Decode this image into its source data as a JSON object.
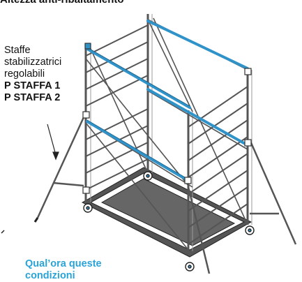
{
  "title": "Altezza anti-ribaltamento",
  "callout": {
    "lines": [
      "Staffe",
      "stabilizzatrici",
      "regolabili"
    ],
    "codes": [
      "P STAFFA 1",
      "P STAFFA 2"
    ]
  },
  "note": {
    "lines": [
      "Qual’ora queste",
      "condizioni"
    ]
  },
  "colors": {
    "frame": "#555555",
    "accent": "#2f93c9",
    "text_accent": "#29a3d8"
  }
}
